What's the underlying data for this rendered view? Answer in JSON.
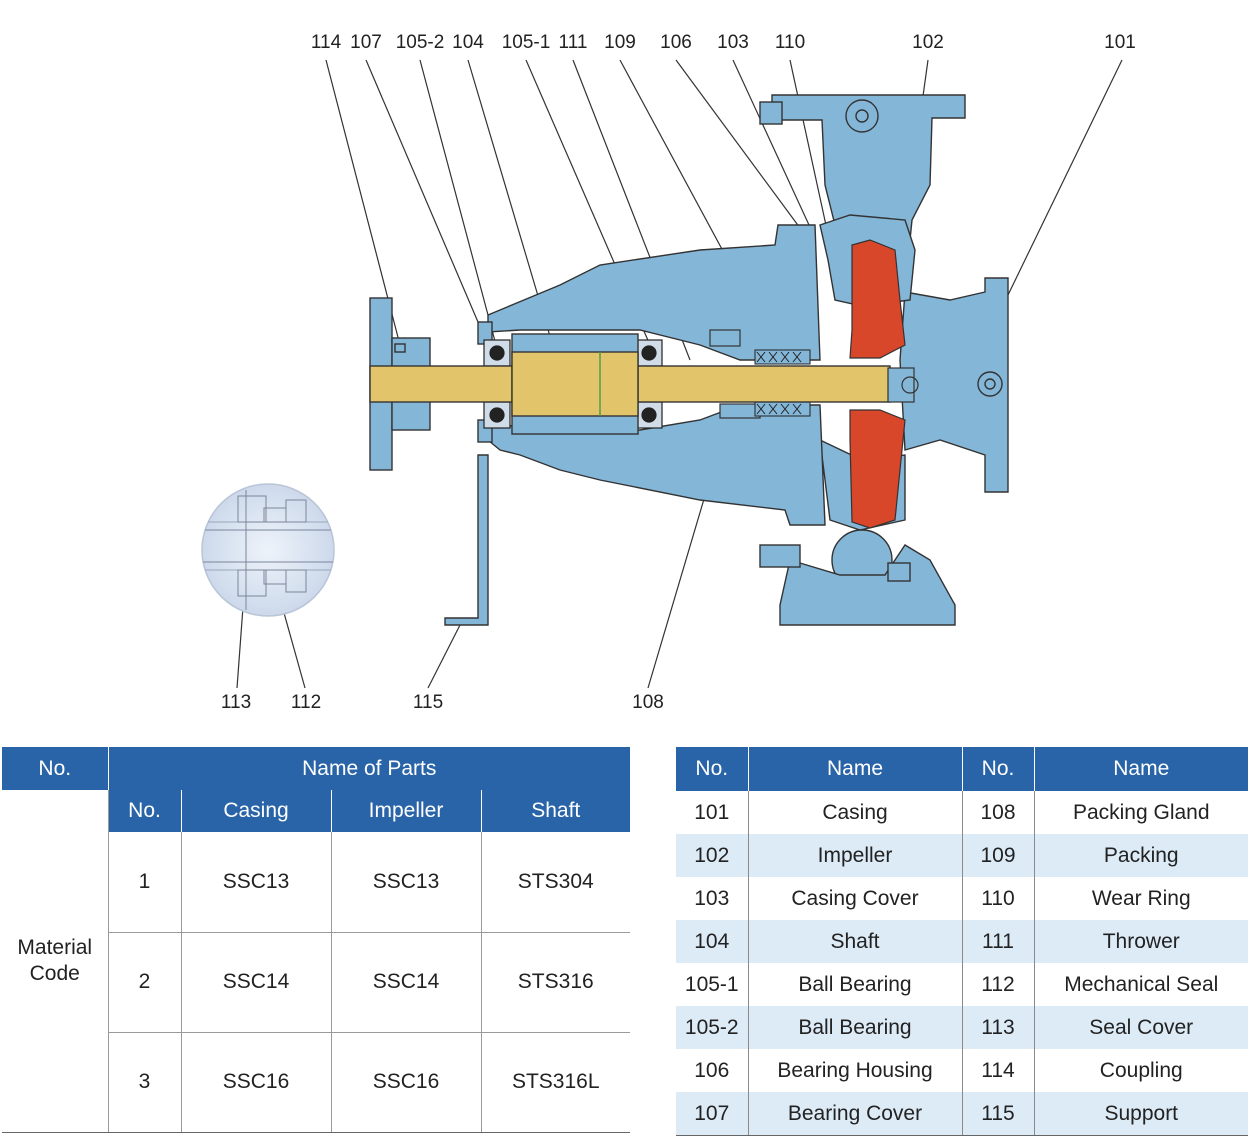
{
  "callouts_top": [
    "114",
    "107",
    "105-2",
    "104",
    "105-1",
    "111",
    "109",
    "106",
    "103",
    "110",
    "102",
    "101"
  ],
  "callouts_bottom": [
    "113",
    "112",
    "115",
    "108"
  ],
  "material_table": {
    "header_no": "No.",
    "header_name": "Name of Parts",
    "sub_no": "No.",
    "sub_casing": "Casing",
    "sub_impeller": "Impeller",
    "sub_shaft": "Shaft",
    "row_label_line1": "Material",
    "row_label_line2": "Code",
    "rows": [
      {
        "no": "1",
        "casing": "SSC13",
        "impeller": "SSC13",
        "shaft": "STS304"
      },
      {
        "no": "2",
        "casing": "SSC14",
        "impeller": "SSC14",
        "shaft": "STS316"
      },
      {
        "no": "3",
        "casing": "SSC16",
        "impeller": "SSC16",
        "shaft": "STS316L"
      }
    ]
  },
  "parts_table": {
    "headers": [
      "No.",
      "Name",
      "No.",
      "Name"
    ],
    "rows": [
      [
        "101",
        "Casing",
        "108",
        "Packing Gland"
      ],
      [
        "102",
        "Impeller",
        "109",
        "Packing"
      ],
      [
        "103",
        "Casing Cover",
        "110",
        "Wear Ring"
      ],
      [
        "104",
        "Shaft",
        "111",
        "Thrower"
      ],
      [
        "105-1",
        "Ball Bearing",
        "112",
        "Mechanical Seal"
      ],
      [
        "105-2",
        "Ball Bearing",
        "113",
        "Seal Cover"
      ],
      [
        "106",
        "Bearing Housing",
        "114",
        "Coupling"
      ],
      [
        "107",
        "Bearing Cover",
        "115",
        "Support"
      ]
    ]
  },
  "colors": {
    "header_bg": "#2a64a8",
    "alt_row_bg": "#ddebf7",
    "housing_fill": "#84b6d8",
    "shaft_fill": "#e2c56a",
    "impeller_fill": "#d8472a"
  }
}
